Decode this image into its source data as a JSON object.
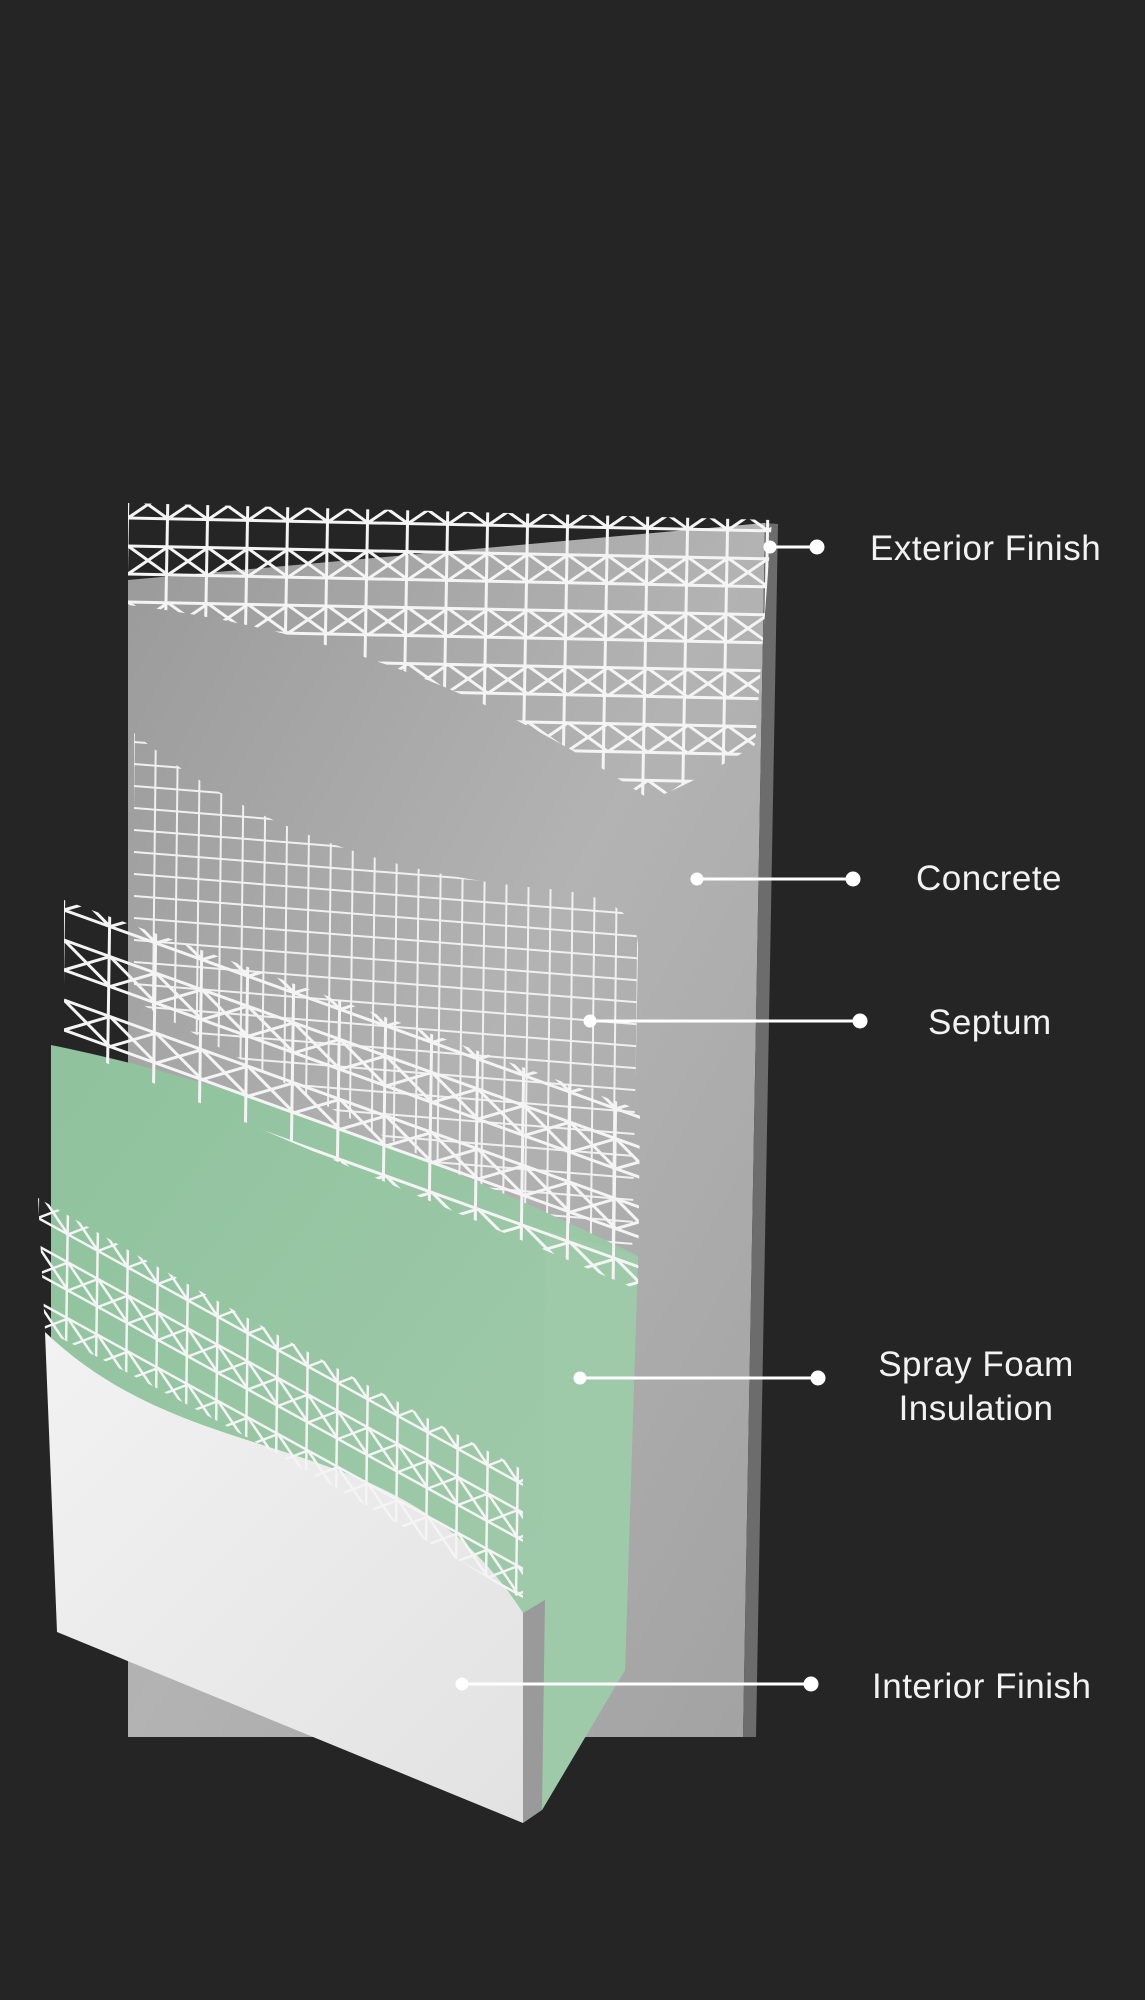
{
  "colors": {
    "background": "#252525",
    "concrete": "#a9a9a9",
    "spray_foam": "#92c3a0",
    "interior_finish": "#ececec",
    "mesh": "#ffffff",
    "leader": "#ffffff"
  },
  "labels": {
    "exterior_finish": "Exterior Finish",
    "concrete": "Concrete",
    "septum": "Septum",
    "spray_foam_line1": "Spray Foam",
    "spray_foam_line2": "Insulation",
    "interior_finish": "Interior Finish"
  }
}
